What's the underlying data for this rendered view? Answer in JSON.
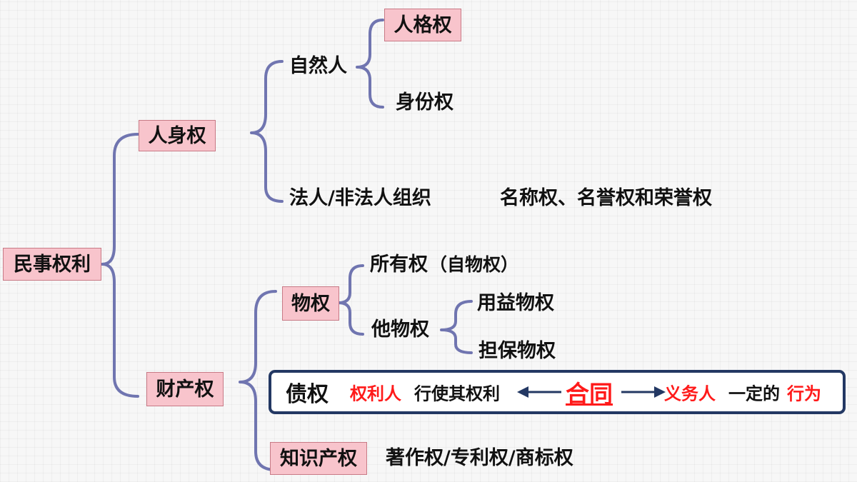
{
  "root": "民事权利",
  "personal": {
    "title": "人身权",
    "natural_person": "自然人",
    "personality_right": "人格权",
    "identity_right": "身份权",
    "legal_person": "法人/非法人组织",
    "legal_person_rights": "名称权、名誉权和荣誉权"
  },
  "property": {
    "title": "财产权",
    "real_right": {
      "title": "物权",
      "ownership": "所有权",
      "ownership_note": "（自物权）",
      "other_right": "他物权",
      "usufruct": "用益物权",
      "security": "担保物权"
    },
    "claim": {
      "title": "债权",
      "obligee": "权利人",
      "exercise_text": "行使其权利",
      "contract": "合同",
      "obligor": "义务人",
      "certain": "一定的",
      "act": "行为"
    },
    "ip": {
      "title": "知识产权",
      "items": "著作权/专利权/商标权"
    }
  },
  "colors": {
    "bracket": "#7075b0",
    "box_fill": "#f8c4cc",
    "highlight_red": "#ff1a1a",
    "frame_navy": "#233863"
  }
}
